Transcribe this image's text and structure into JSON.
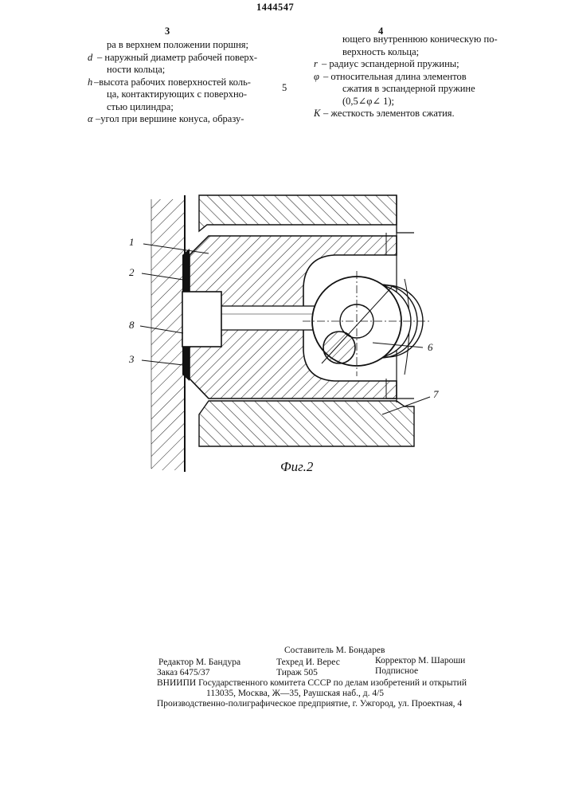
{
  "header": {
    "patent_number": "1444547",
    "col_left_number": "3",
    "col_right_number": "4",
    "line_marker": "5"
  },
  "left_column": {
    "lines": [
      {
        "sym": "",
        "text": "ра в верхнем положении поршня;"
      },
      {
        "sym": "d",
        "text": "– наружный диаметр рабочей поверх-"
      },
      {
        "sym": "",
        "text": "ности кольца;"
      },
      {
        "sym": "h",
        "text": "–высота рабочих поверхностей коль-"
      },
      {
        "sym": "",
        "text": "ца, контактирующих с поверхно-"
      },
      {
        "sym": "",
        "text": "стью цилиндра;"
      },
      {
        "sym": "α",
        "text": "–угол при вершине конуса, образу-"
      }
    ]
  },
  "right_column": {
    "lines": [
      {
        "sym": "",
        "text": "ющего внутреннюю коническую по-"
      },
      {
        "sym": "",
        "text": "верхность кольца;"
      },
      {
        "sym": "r",
        "text": "– радиус эспандерной пружины;"
      },
      {
        "sym": "φ",
        "text": "– относительная длина элементов"
      },
      {
        "sym": "",
        "text": "сжатия в эспандерной пружине"
      },
      {
        "sym": "",
        "text": "(0,5∠φ∠ 1);"
      },
      {
        "sym": "K",
        "text": "– жесткость элементов сжатия."
      }
    ]
  },
  "figure": {
    "labels": [
      "1",
      "2",
      "8",
      "3",
      "6",
      "7"
    ],
    "caption": "Фиг.2"
  },
  "imprint": {
    "composer": "Составитель М. Бондарев",
    "editor": "Редактор М. Бандура",
    "techred": "Техред И. Верес",
    "corrector": "Корректор М. Шароши",
    "order": "Заказ 6475/37",
    "circulation": "Тираж 505",
    "signed": "Подписное",
    "vniipi": "ВНИИПИ Государственного комитета СССР по делам изобретений и открытий",
    "address": "113035, Москва, Ж—35, Раушская наб., д. 4/5",
    "plant": "Производственно-полиграфическое предприятие, г. Ужгород, ул. Проектная, 4"
  }
}
